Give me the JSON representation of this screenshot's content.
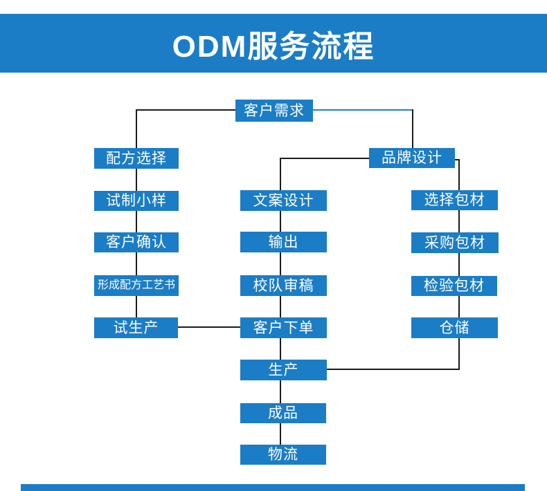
{
  "header": {
    "title": "ODM服务流程"
  },
  "colors": {
    "primary": "#1b7dc6",
    "connector_black": "#1a1a1a",
    "connector_blue": "#1e82cc",
    "text": "#ffffff",
    "background": "#ffffff"
  },
  "flowchart": {
    "nodes": {
      "customer_demand": {
        "label": "客户需求"
      },
      "formula_selection": {
        "label": "配方选择"
      },
      "trial_sample": {
        "label": "试制小样"
      },
      "customer_confirm": {
        "label": "客户确认"
      },
      "formula_process_book": {
        "label": "形成配方工艺书"
      },
      "trial_production": {
        "label": "试生产"
      },
      "copy_design": {
        "label": "文案设计"
      },
      "output": {
        "label": "输出"
      },
      "proofreading": {
        "label": "校队审稿"
      },
      "customer_order": {
        "label": "客户下单"
      },
      "production": {
        "label": "生产"
      },
      "finished_product": {
        "label": "成品"
      },
      "logistics": {
        "label": "物流"
      },
      "brand_design": {
        "label": "品牌设计"
      },
      "select_packaging": {
        "label": "选择包材"
      },
      "purchase_packaging": {
        "label": "采购包材"
      },
      "inspect_packaging": {
        "label": "检验包材"
      },
      "warehousing": {
        "label": "仓储"
      }
    },
    "edges": [
      "customer_demand -> formula_selection",
      "customer_demand -> brand_design",
      "formula_selection -> trial_sample",
      "trial_sample -> customer_confirm",
      "customer_confirm -> formula_process_book",
      "formula_process_book -> trial_production",
      "trial_production -> customer_order",
      "brand_design -> copy_design",
      "brand_design -> select_packaging",
      "copy_design -> output",
      "output -> proofreading",
      "proofreading -> customer_order",
      "customer_order -> production",
      "select_packaging -> purchase_packaging",
      "purchase_packaging -> inspect_packaging",
      "inspect_packaging -> warehousing",
      "warehousing -> production",
      "production -> finished_product",
      "finished_product -> logistics"
    ]
  }
}
